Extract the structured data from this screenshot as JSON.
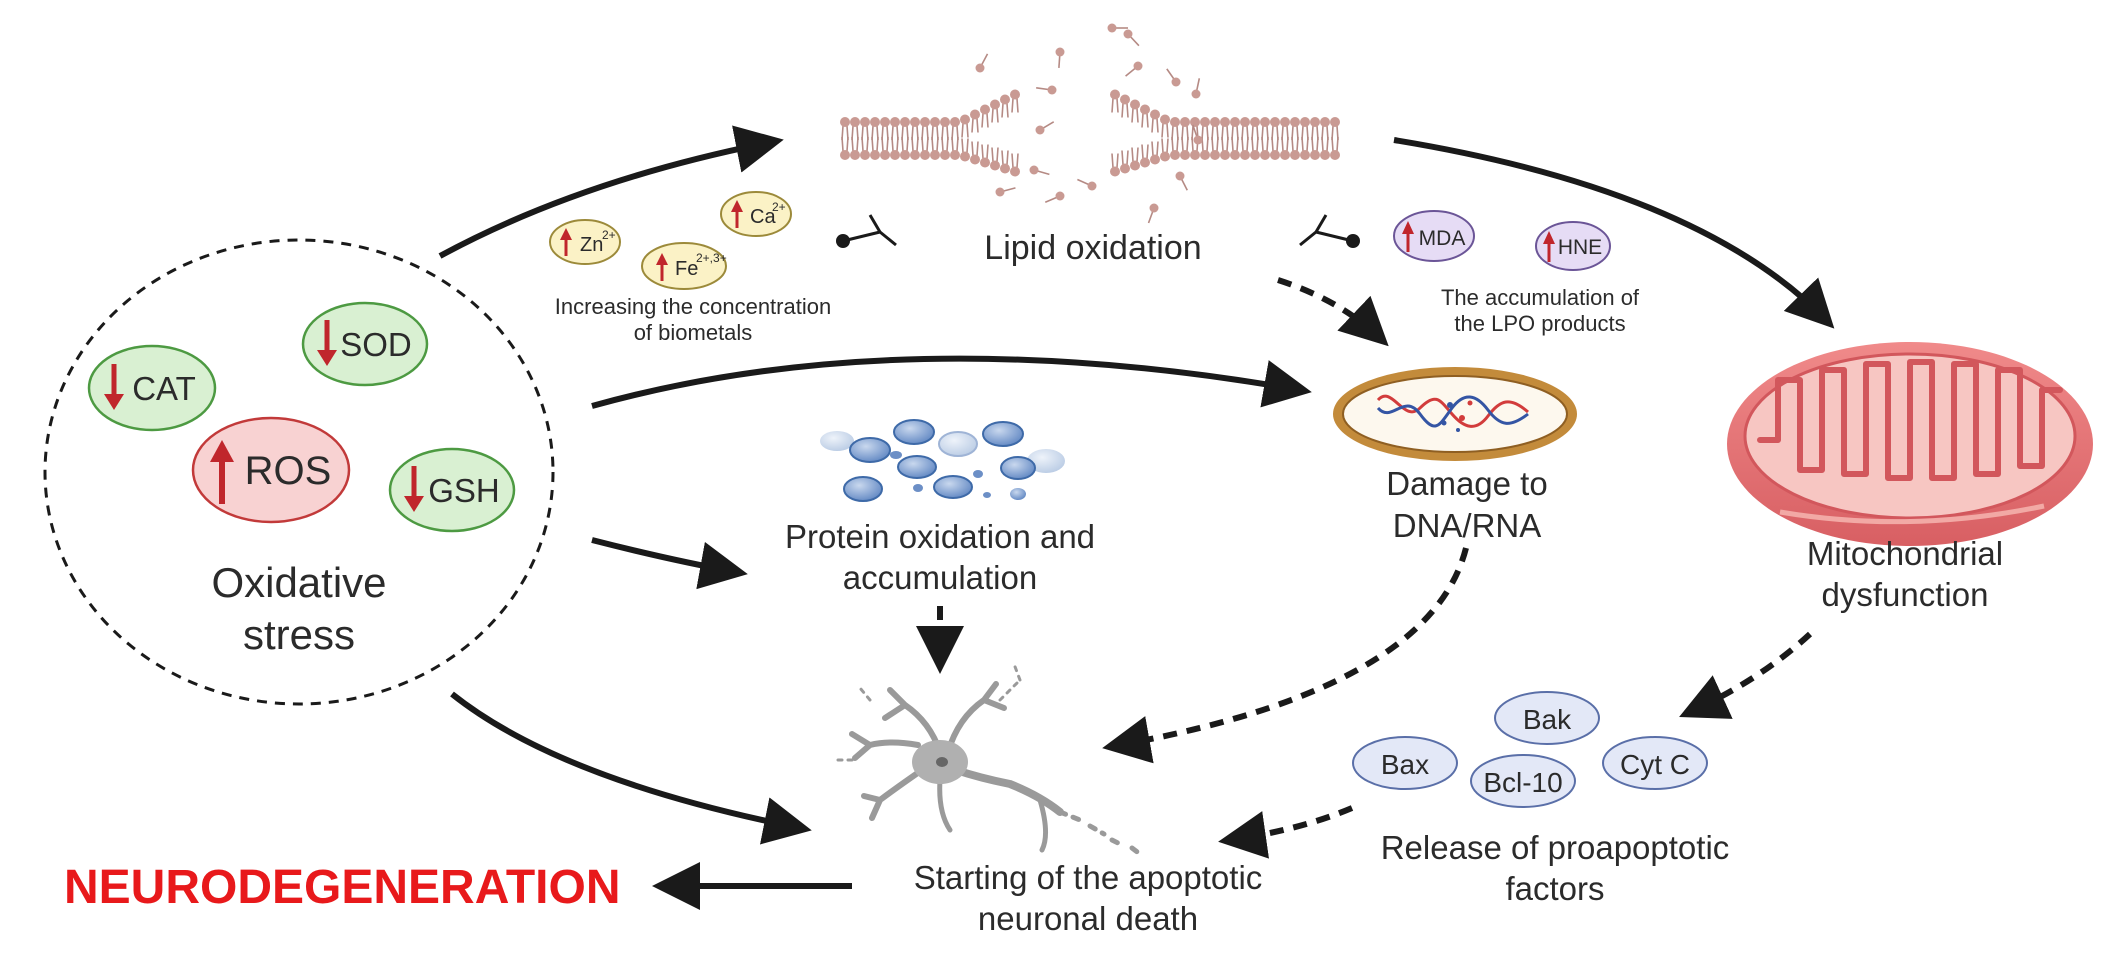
{
  "oxidative_stress": {
    "title_line1": "Oxidative",
    "title_line2": "stress",
    "markers": [
      {
        "label": "CAT",
        "direction": "down",
        "color": "#d9f0d2",
        "border": "#4d9a42"
      },
      {
        "label": "SOD",
        "direction": "down",
        "color": "#d9f0d2",
        "border": "#4d9a42"
      },
      {
        "label": "ROS",
        "direction": "up",
        "color": "#f8d2d2",
        "border": "#c23a3a"
      },
      {
        "label": "GSH",
        "direction": "down",
        "color": "#d9f0d2",
        "border": "#4d9a42"
      }
    ]
  },
  "lipid": {
    "title": "Lipid oxidation",
    "biometals": [
      "Zn",
      "Ca",
      "Fe"
    ],
    "biometal_charges": [
      "2+",
      "2+",
      "2+,3+"
    ],
    "biometals_caption_line1": "Increasing the concentration",
    "biometals_caption_line2": "of biometals",
    "lpo_products": [
      "MDA",
      "HNE"
    ],
    "lpo_caption_line1": "The accumulation of",
    "lpo_caption_line2": "the LPO products"
  },
  "protein": {
    "line1": "Protein oxidation and",
    "line2": "accumulation"
  },
  "dna": {
    "line1": "Damage to",
    "line2": "DNA/RNA"
  },
  "mito": {
    "line1": "Mitochondrial",
    "line2": "dysfunction"
  },
  "apoptosis_factors": {
    "labels": [
      "Bak",
      "Bax",
      "Bcl-10",
      "Cyt C"
    ],
    "caption_line1": "Release of proapoptotic",
    "caption_line2": "factors"
  },
  "neuron": {
    "line1": "Starting of the apoptotic",
    "line2": "neuronal death"
  },
  "outcome": {
    "label": "NEURODEGENERATION",
    "color": "#e8191b"
  },
  "colors": {
    "up_arrow": "#c0262c",
    "down_arrow": "#c0262c",
    "factor_fill": "#e3e8f7",
    "factor_border": "#5a6fa8",
    "lpo_fill": "#e6dcf5",
    "lpo_border": "#6b5597",
    "metal_fill": "#fbf2c6",
    "metal_border": "#9c8a3a"
  }
}
